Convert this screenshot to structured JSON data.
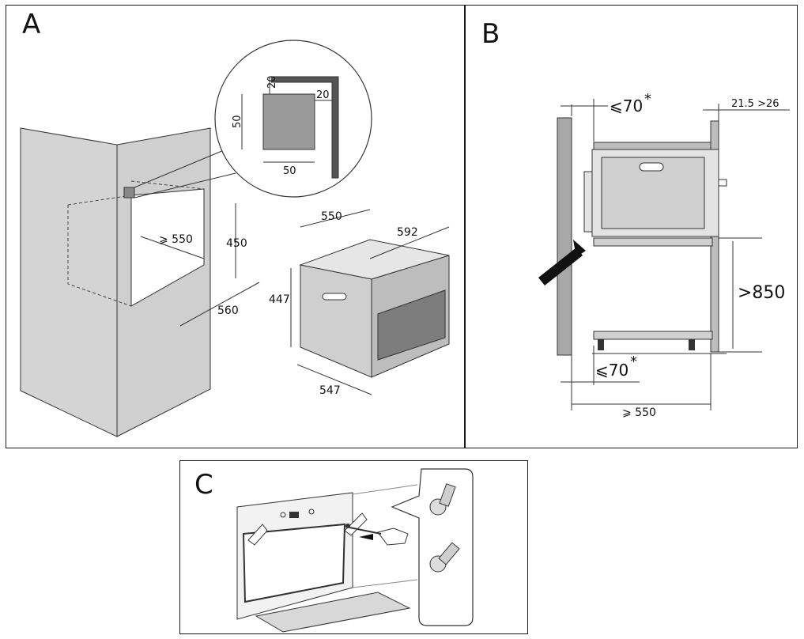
{
  "panel_a": {
    "letter": "A",
    "detail_dims": {
      "top_gap": "20",
      "side_gap": "20",
      "height": "50",
      "width": "50"
    },
    "cavity_dims": {
      "width": "⩾ 550",
      "height": "450",
      "depth": "560"
    },
    "oven_dims": {
      "width": "550",
      "depth": "592",
      "height": "447",
      "front": "547"
    }
  },
  "panel_b": {
    "letter": "B",
    "top_gap": "⩽70",
    "top_gap_star": "*",
    "clearance": "21.5 >26",
    "height": ">850",
    "bottom_gap": "⩽70",
    "bottom_gap_star": "*",
    "depth": "⩾ 550"
  },
  "panel_c": {
    "letter": "C"
  }
}
